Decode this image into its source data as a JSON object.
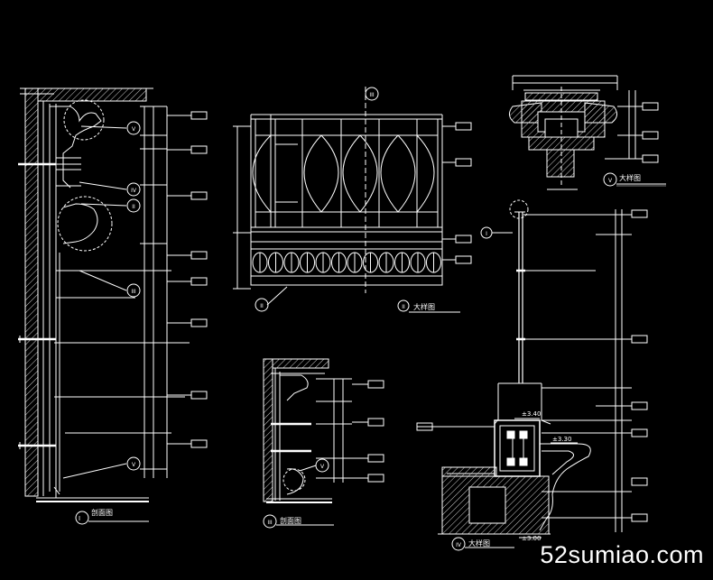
{
  "labels": {
    "sec1_title": "剖面图",
    "sec2_title": "大样图",
    "sec3_title": "剖面图",
    "sec4_title": "大样图",
    "sec5_title": "大样图",
    "level_a": "±3.40",
    "level_b": "±3.30",
    "level_c": "±3.00"
  },
  "markers": {
    "n1": "I",
    "n2": "II",
    "n3": "III",
    "n4": "IV",
    "n5": "V",
    "c_iii": "III",
    "c_iv": "IV",
    "c_v": "V",
    "c_ii": "II"
  },
  "watermark": "52sumiao.com",
  "colors": {
    "background": "#000000",
    "line": "#ffffff",
    "dim": "#cfcfcf"
  }
}
